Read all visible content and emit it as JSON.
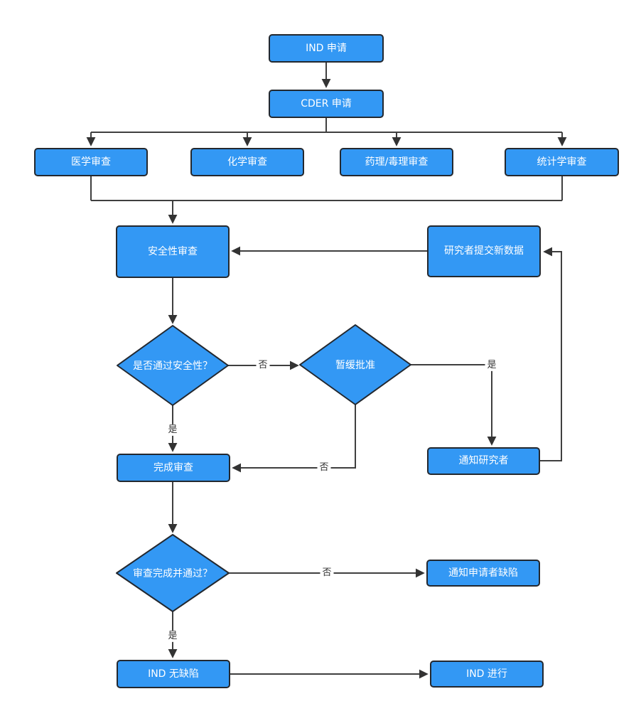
{
  "colors": {
    "node_fill": "#3398f4",
    "node_border": "#23282f",
    "connector": "#3f3f3f",
    "arrowhead": "#333333",
    "node_text": "#ffffff",
    "edge_label_text": "#333333"
  },
  "nodes": {
    "ind_application": "IND 申请",
    "cder_application": "CDER 申请",
    "medical_review": "医学审查",
    "chemistry_review": "化学审查",
    "pharmacology_toxicology_review": "药理/毒理审查",
    "statistics_review": "统计学审查",
    "safety_review": "安全性审查",
    "investigator_submits_new_data": "研究者提交新数据",
    "pass_safety_decision": "是否通过安全性？",
    "hold_approval_decision": "暂缓批准",
    "complete_review": "完成审查",
    "notify_investigator": "通知研究者",
    "review_complete_passed_decision": "审查完成并通过？",
    "notify_applicant_defects": "通知申请者缺陷",
    "ind_no_defects": "IND 无缺陷",
    "ind_proceed": "IND 进行"
  },
  "edge_labels": {
    "yes": "是",
    "no": "否"
  }
}
